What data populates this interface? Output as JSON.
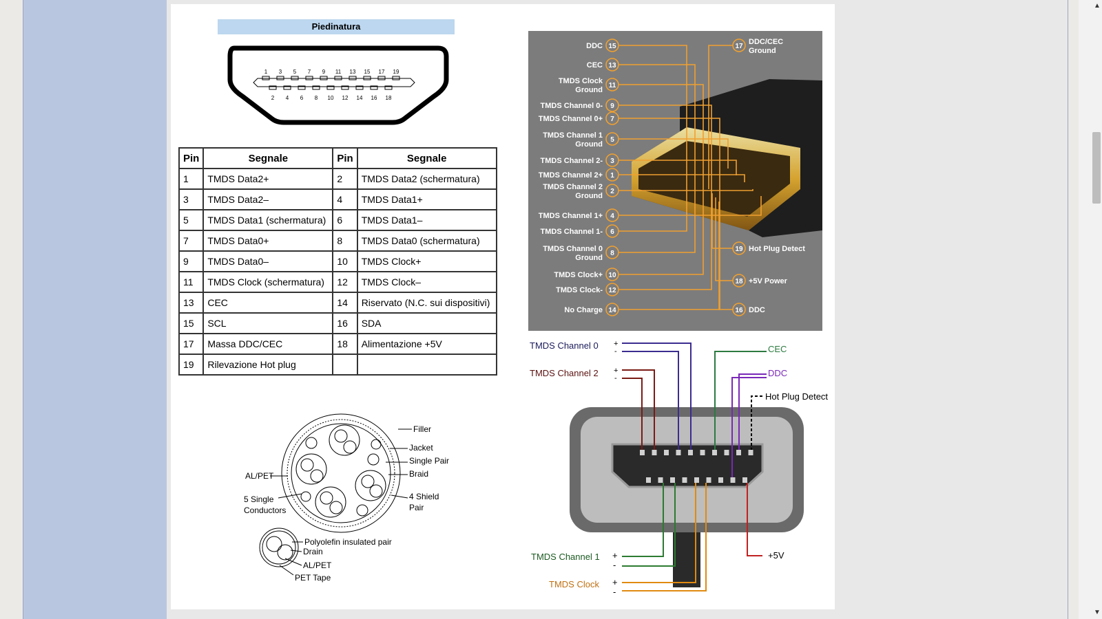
{
  "title": "Piedinatura",
  "connector_face": {
    "top_pins": [
      "1",
      "3",
      "5",
      "7",
      "9",
      "11",
      "13",
      "15",
      "17",
      "19"
    ],
    "bottom_pins": [
      "2",
      "4",
      "6",
      "8",
      "10",
      "12",
      "14",
      "16",
      "18"
    ]
  },
  "table": {
    "headers": [
      "Pin",
      "Segnale",
      "Pin",
      "Segnale"
    ],
    "rows": [
      {
        "pin1": "1",
        "sig1": "TMDS Data2+",
        "pin2": "2",
        "sig2": "TMDS Data2 (schermatura)"
      },
      {
        "pin1": "3",
        "sig1": "TMDS Data2–",
        "pin2": "4",
        "sig2": "TMDS Data1+"
      },
      {
        "pin1": "5",
        "sig1": "TMDS Data1 (schermatura)",
        "pin2": "6",
        "sig2": "TMDS Data1–"
      },
      {
        "pin1": "7",
        "sig1": "TMDS Data0+",
        "pin2": "8",
        "sig2": "TMDS Data0 (schermatura)"
      },
      {
        "pin1": "9",
        "sig1": "TMDS Data0–",
        "pin2": "10",
        "sig2": "TMDS Clock+"
      },
      {
        "pin1": "11",
        "sig1": "TMDS Clock (schermatura)",
        "pin2": "12",
        "sig2": "TMDS Clock–"
      },
      {
        "pin1": "13",
        "sig1": "CEC",
        "pin2": "14",
        "sig2": "Riservato (N.C. sui dispositivi)"
      },
      {
        "pin1": "15",
        "sig1": "SCL",
        "pin2": "16",
        "sig2": "SDA"
      },
      {
        "pin1": "17",
        "sig1": "Massa DDC/CEC",
        "pin2": "18",
        "sig2": "Alimentazione +5V"
      },
      {
        "pin1": "19",
        "sig1": "Rilevazione Hot plug",
        "pin2": "",
        "sig2": ""
      }
    ]
  },
  "cable_section": {
    "labels": {
      "filler": "Filler",
      "jacket": "Jacket",
      "single_pair": "Single Pair",
      "braid": "Braid",
      "al_pet_left": "AL/PET",
      "single_conductors_1": "5 Single",
      "single_conductors_2": "Conductors",
      "shield_pair_1": "4 Shield",
      "shield_pair_2": "Pair",
      "polyolefin": "Polyolefin insulated pair",
      "drain": "Drain",
      "al_pet_bottom": "AL/PET",
      "pet_tape": "PET Tape"
    }
  },
  "photo_diagram": {
    "left": [
      {
        "n": "15",
        "l1": "DDC",
        "l2": ""
      },
      {
        "n": "13",
        "l1": "CEC",
        "l2": ""
      },
      {
        "n": "11",
        "l1": "TMDS Clock",
        "l2": "Ground"
      },
      {
        "n": "9",
        "l1": "TMDS Channel 0-",
        "l2": ""
      },
      {
        "n": "7",
        "l1": "TMDS Channel 0+",
        "l2": ""
      },
      {
        "n": "5",
        "l1": "TMDS Channel 1",
        "l2": "Ground"
      },
      {
        "n": "3",
        "l1": "TMDS Channel 2-",
        "l2": ""
      },
      {
        "n": "1",
        "l1": "TMDS Channel 2+",
        "l2": ""
      },
      {
        "n": "2",
        "l1": "TMDS Channel 2",
        "l2": "Ground"
      },
      {
        "n": "4",
        "l1": "TMDS Channel 1+",
        "l2": ""
      },
      {
        "n": "6",
        "l1": "TMDS Channel 1-",
        "l2": ""
      },
      {
        "n": "8",
        "l1": "TMDS Channel 0",
        "l2": "Ground"
      },
      {
        "n": "10",
        "l1": "TMDS Clock+",
        "l2": ""
      },
      {
        "n": "12",
        "l1": "TMDS Clock-",
        "l2": ""
      },
      {
        "n": "14",
        "l1": "No Charge",
        "l2": ""
      }
    ],
    "right": [
      {
        "n": "17",
        "l1": "DDC/CEC",
        "l2": "Ground"
      },
      {
        "n": "19",
        "l1": "Hot Plug Detect",
        "l2": ""
      },
      {
        "n": "18",
        "l1": "+5V Power",
        "l2": ""
      },
      {
        "n": "16",
        "l1": "DDC",
        "l2": ""
      }
    ]
  },
  "wiring_diagram": {
    "ch0": "TMDS Channel 0",
    "ch2": "TMDS Channel 2",
    "ch1": "TMDS Channel 1",
    "clock": "TMDS Clock",
    "cec": "CEC",
    "ddc": "DDC",
    "hpd": "Hot Plug Detect",
    "v5": "+5V",
    "plus": "+",
    "minus": "-"
  },
  "colors": {
    "sidebar": "#b9c6e0",
    "table_header": "#bcd7ef",
    "orange_line": "#f0a030",
    "ch0": "#3a2b8f",
    "ch2": "#7a1a14",
    "ch1": "#2c7a30",
    "clock": "#e08a10",
    "cec": "#2c7a40",
    "ddc": "#7a28b8",
    "v5": "#c02020"
  }
}
